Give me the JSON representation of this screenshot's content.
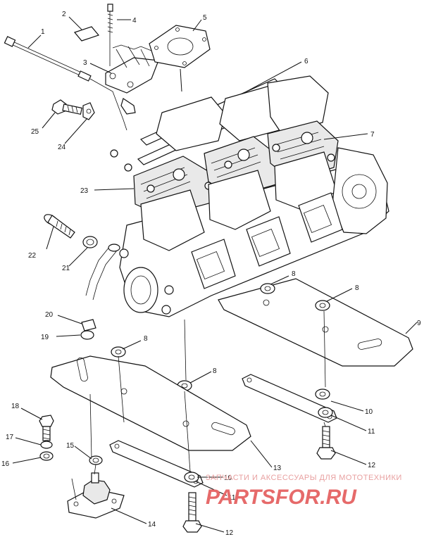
{
  "callouts": [
    {
      "id": "c1",
      "label": "1"
    },
    {
      "id": "c2",
      "label": "2"
    },
    {
      "id": "c3",
      "label": "3"
    },
    {
      "id": "c4",
      "label": "4"
    },
    {
      "id": "c5",
      "label": "5"
    },
    {
      "id": "c6",
      "label": "6"
    },
    {
      "id": "c7",
      "label": "7"
    },
    {
      "id": "c8a",
      "label": "8"
    },
    {
      "id": "c8b",
      "label": "8"
    },
    {
      "id": "c8c",
      "label": "8"
    },
    {
      "id": "c8d",
      "label": "8"
    },
    {
      "id": "c9",
      "label": "9"
    },
    {
      "id": "c10a",
      "label": "10"
    },
    {
      "id": "c10b",
      "label": "10"
    },
    {
      "id": "c11a",
      "label": "11"
    },
    {
      "id": "c11b",
      "label": "11"
    },
    {
      "id": "c12a",
      "label": "12"
    },
    {
      "id": "c12b",
      "label": "12"
    },
    {
      "id": "c13",
      "label": "13"
    },
    {
      "id": "c14",
      "label": "14"
    },
    {
      "id": "c15",
      "label": "15"
    },
    {
      "id": "c16",
      "label": "16"
    },
    {
      "id": "c17",
      "label": "17"
    },
    {
      "id": "c18",
      "label": "18"
    },
    {
      "id": "c19",
      "label": "19"
    },
    {
      "id": "c20",
      "label": "20"
    },
    {
      "id": "c21",
      "label": "21"
    },
    {
      "id": "c22",
      "label": "22"
    },
    {
      "id": "c23",
      "label": "23"
    },
    {
      "id": "c24",
      "label": "24"
    },
    {
      "id": "c25",
      "label": "25"
    }
  ],
  "watermark": {
    "tagline": "ЗАПЧАСТИ И АКСЕССУАРЫ ДЛЯ МОТОТЕХНИКИ",
    "brand": "PARTSFOR.RU"
  }
}
